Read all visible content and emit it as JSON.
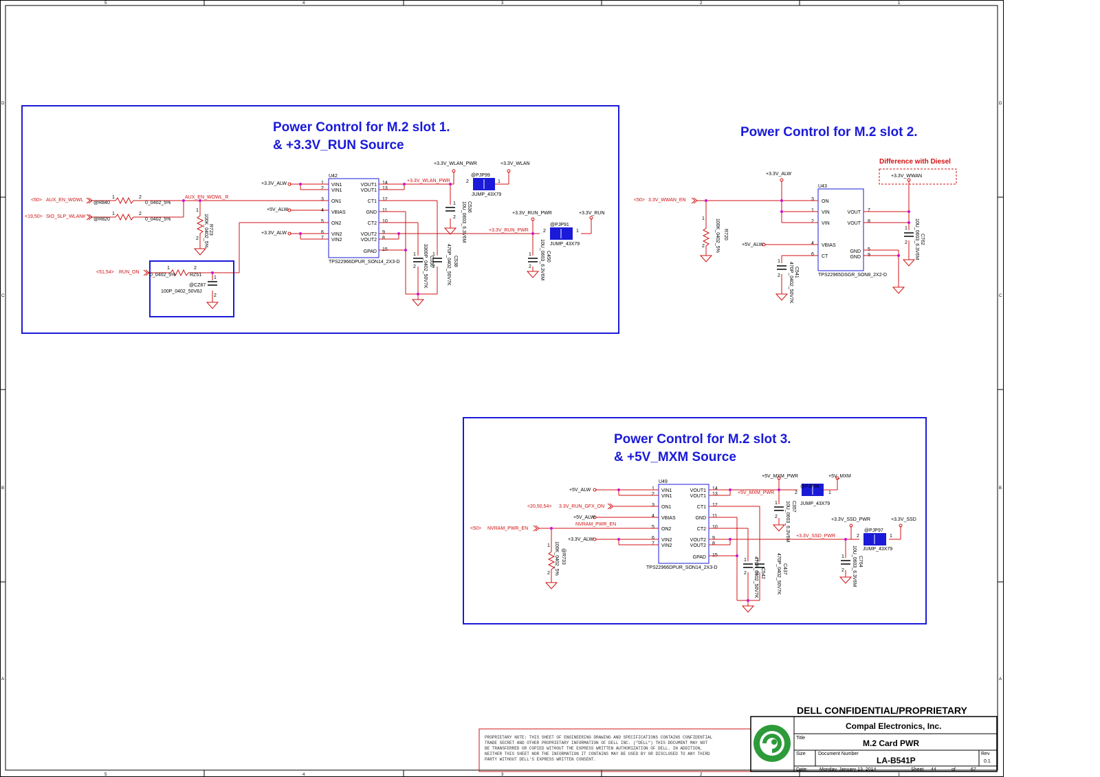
{
  "sections": {
    "slot1": {
      "title1": "Power Control for M.2 slot 1.",
      "title2": "& +3.3V_RUN Source"
    },
    "slot2": {
      "title1": "Power Control for M.2 slot 2.",
      "diff_note": "Difference with Diesel"
    },
    "slot3": {
      "title1": "Power Control for M.2 slot 3.",
      "title2": "& +5V_MXM Source"
    }
  },
  "ic": {
    "u42": {
      "ref": "U42",
      "part": "TPS22966DPUR_SON14_2X3-D",
      "left_pins": [
        {
          "num": "1",
          "name": "VIN1"
        },
        {
          "num": "2",
          "name": "VIN1"
        },
        {
          "num": "3",
          "name": "ON1"
        },
        {
          "num": "4",
          "name": "VBIAS"
        },
        {
          "num": "5",
          "name": "ON2"
        },
        {
          "num": "6",
          "name": "VIN2"
        },
        {
          "num": "7",
          "name": "VIN2"
        }
      ],
      "right_pins": [
        {
          "num": "14",
          "name": "VOUT1"
        },
        {
          "num": "13",
          "name": "VOUT1"
        },
        {
          "num": "12",
          "name": "CT1"
        },
        {
          "num": "11",
          "name": "GND"
        },
        {
          "num": "10",
          "name": "CT2"
        },
        {
          "num": "9",
          "name": "VOUT2"
        },
        {
          "num": "8",
          "name": "VOUT2"
        },
        {
          "num": "15",
          "name": "GPAD"
        }
      ]
    },
    "u43": {
      "ref": "U43",
      "part": "TPS22965DSGR_SON8_2X2-D",
      "left_pins": [
        {
          "num": "3",
          "name": "ON"
        },
        {
          "num": "1",
          "name": "VIN"
        },
        {
          "num": "2",
          "name": "VIN"
        },
        {
          "num": "4",
          "name": "VBIAS"
        },
        {
          "num": "6",
          "name": "CT"
        }
      ],
      "right_pins": [
        {
          "num": "7",
          "name": "VOUT"
        },
        {
          "num": "8",
          "name": "VOUT"
        },
        {
          "num": "5",
          "name": "GND"
        },
        {
          "num": "9",
          "name": "GND"
        }
      ]
    },
    "u49": {
      "ref": "U49",
      "part": "TPS22966DPUR_SON14_2X3-D",
      "left_pins": [
        {
          "num": "1",
          "name": "VIN1"
        },
        {
          "num": "2",
          "name": "VIN1"
        },
        {
          "num": "3",
          "name": "ON1"
        },
        {
          "num": "4",
          "name": "VBIAS"
        },
        {
          "num": "5",
          "name": "ON2"
        },
        {
          "num": "6",
          "name": "VIN2"
        },
        {
          "num": "7",
          "name": "VIN2"
        }
      ],
      "right_pins": [
        {
          "num": "14",
          "name": "VOUT1"
        },
        {
          "num": "13",
          "name": "VOUT1"
        },
        {
          "num": "12",
          "name": "CT1"
        },
        {
          "num": "11",
          "name": "GND"
        },
        {
          "num": "10",
          "name": "CT2"
        },
        {
          "num": "9",
          "name": "VOUT2"
        },
        {
          "num": "8",
          "name": "VOUT2"
        },
        {
          "num": "15",
          "name": "GPAD"
        }
      ]
    }
  },
  "slot1": {
    "aux_ref": "<50>",
    "aux_net": "AUX_EN_WOWL",
    "sio_ref": "<19,50>",
    "sio_net": "SIO_SLP_WLAN#",
    "run_ref": "<51,54>",
    "run_net": "RUN_ON",
    "aux_r_net": "AUX_EN_WOWL_R",
    "r840": "@R840",
    "r820": "@R820",
    "r_val": "0_0402_5%",
    "r723": "R723",
    "r723_val": "100K_0402_5%",
    "rz51": "RZ51",
    "rz51_val": "0_0402_5%",
    "cz87": "@CZ87",
    "cz87_val": "100P_0402_50V8J",
    "alw1": "+3.3V_ALW",
    "alw2": "+3.3V_ALW",
    "v5alw": "+5V_ALW",
    "wlan_pwr_top": "+3.3V_WLAN_PWR",
    "wlan": "+3.3V_WLAN",
    "wlan_pwr": "+3.3V_WLAN_PWR",
    "pjp99": "@PJP99",
    "jump": "JUMP_43X79",
    "c536": "C536",
    "c536_val": "10U_0603_6.3V6M",
    "c536b": "C536",
    "c536b_val": "3300P_0402_50V7K",
    "c538": "C538",
    "c538_val": "470P_0402_50V7K",
    "run_pwr_top": "+3.3V_RUN_PWR",
    "run": "+3.3V_RUN",
    "run_pwr": "+3.3V_RUN_PWR",
    "pjp91": "@PJP91",
    "jump2": "JUMP_43X79",
    "c450": "C450",
    "c450_val": "10U_0603_6.3V6M"
  },
  "slot2": {
    "wwan_ref": "<50>",
    "wwan_net": "3.3V_WWAN_EN",
    "r720": "R720",
    "r720_val": "100K_0402_5%",
    "alw": "+3.3V_ALW",
    "v5alw": "+5V_ALW",
    "wwan": "+3.3V_WWAN",
    "c541": "C541",
    "c541_val": "470P_0402_50V7K",
    "c762": "C762",
    "c762_val": "10U_0603_6.3V6M"
  },
  "slot3": {
    "gfx_ref": "<20,50,54>",
    "gfx_net": "3.3V_RUN_GFX_ON",
    "nv_ref": "<50>",
    "nv_net": "NVRAM_PWR_EN",
    "nv_net2": "NVRAM_PWR_EN",
    "r733": "@R733",
    "r733_val": "100K_0402_5%",
    "v5alw1": "+5V_ALW",
    "v5alw2": "+5V_ALW",
    "alw": "+3.3V_ALW",
    "mxm_pwr_top": "+5V_MXM_PWR",
    "mxm": "+5V_MXM",
    "mxm_pwr": "+5V_MXM_PWR",
    "pjp98": "@PJP98",
    "jump": "JUMP_43X79",
    "c357": "C357",
    "c357_val": "10U_0603_6.3V6M",
    "ssd_pwr_top": "+3.3V_SSD_PWR",
    "ssd": "+3.3V_SSD",
    "ssd_pwr": "+3.3V_SSD_PWR",
    "pjp97": "@PJP97",
    "jump2": "JUMP_43X79",
    "c764": "C764",
    "c764_val": "10U_0603_6.3V6M",
    "c542": "C542",
    "c542_val": "470P_0402_50V7K",
    "c437": "C437",
    "c437_val": "470P_0402_50V7K"
  },
  "frame": {
    "cols": [
      "5",
      "4",
      "3",
      "2",
      "1"
    ],
    "rows": [
      "D",
      "C",
      "B",
      "A"
    ]
  },
  "titleblock": {
    "confidential": "DELL CONFIDENTIAL/PROPRIETARY",
    "company": "Compal Electronics, Inc.",
    "title_label": "Title",
    "title": "M.2 Card PWR",
    "size_label": "Size",
    "docnum_label": "Document Number",
    "docnum": "LA-B541P",
    "rev_label": "Rev",
    "rev": "0.1",
    "date_label": "Date:",
    "date": "Monday, January 13, 2014",
    "sheet_label": "Sheet",
    "sheet": "44",
    "of_label": "of",
    "of": "67",
    "proprietary": [
      "PROPRIETARY NOTE: THIS SHEET OF ENGINEERING DRAWING AND SPECIFICATIONS CONTAINS CONFIDENTIAL",
      "TRADE SECRET AND OTHER PROPRIETARY INFORMATION OF DELL INC. (\"DELL\") THIS DOCUMENT MAY NOT",
      "BE TRANSFERRED OR COPIED WITHOUT THE EXPRESS WRITTEN AUTHORIZATION OF DELL. IN ADDITION,",
      "NEITHER THIS SHEET NOR THE INFORMATION IT CONTAINS MAY BE USED BY OR DISCLOSED TO ANY THIRD",
      "PARTY WITHOUT DELL'S EXPRESS WRITTEN CONSENT."
    ]
  },
  "colors": {
    "wire_net": "#d01010",
    "header": "#1a1ad8",
    "jumper": "#1a1ad8",
    "pin": "#d010d0"
  }
}
